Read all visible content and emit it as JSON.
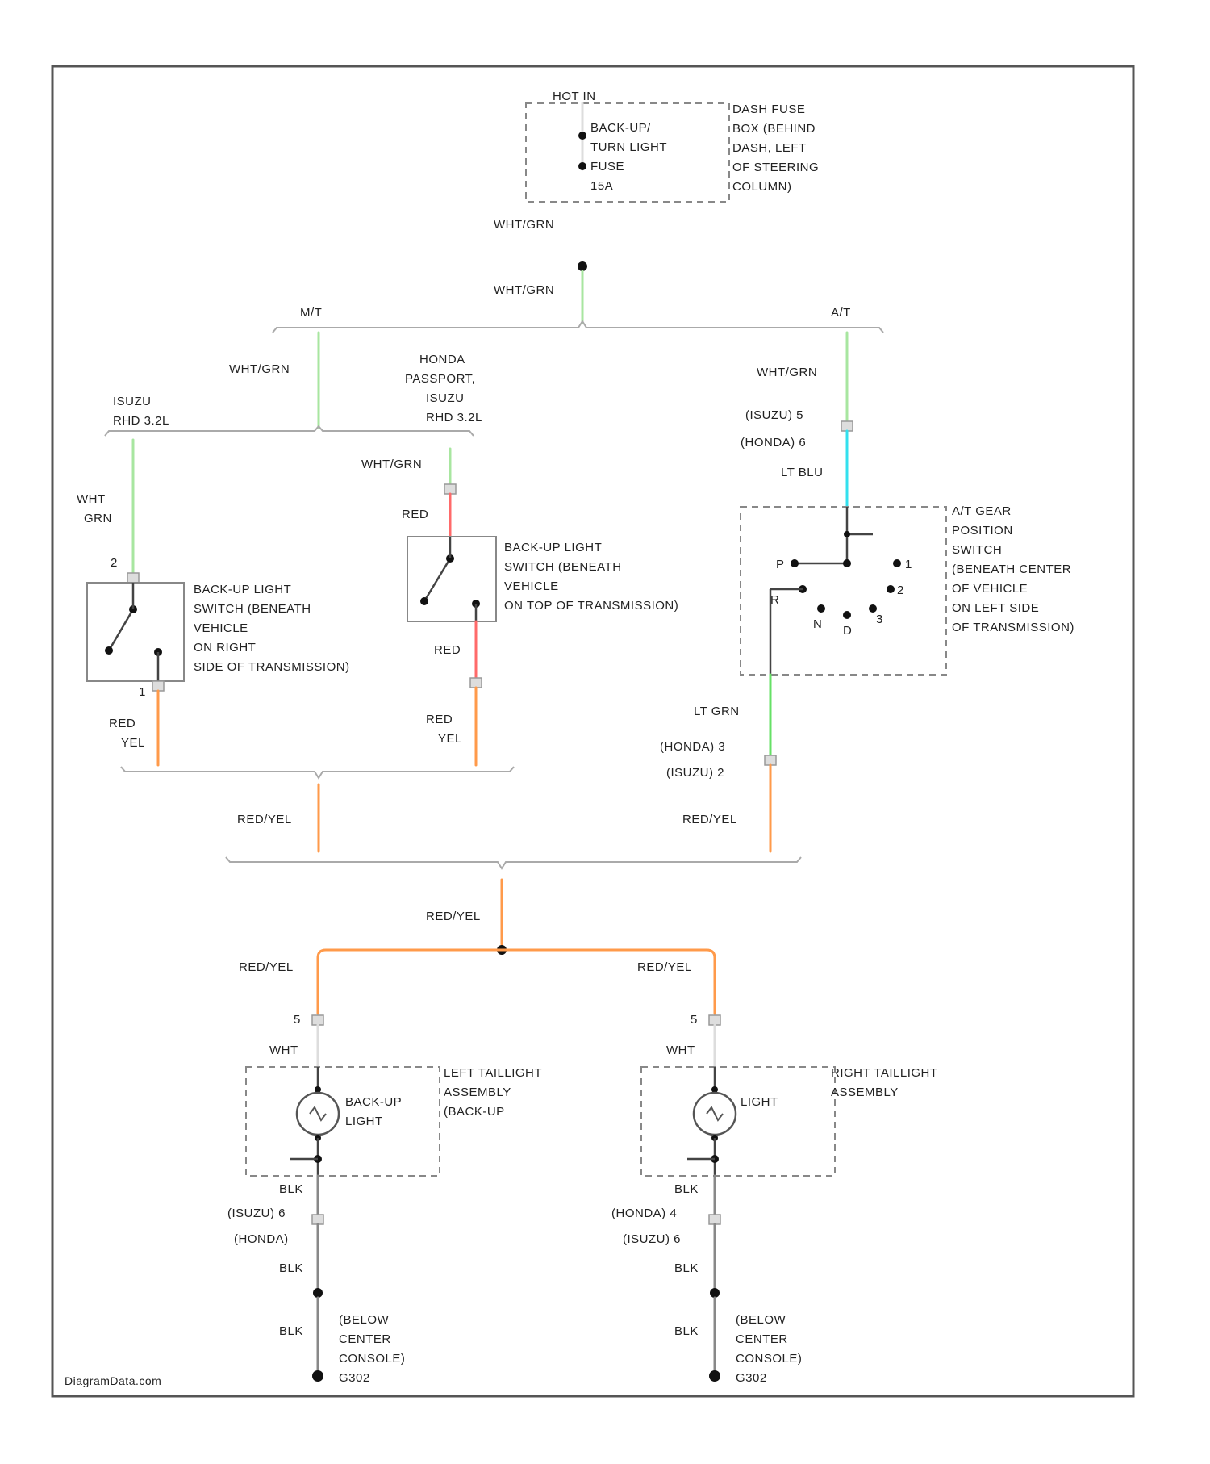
{
  "colors": {
    "wht_grn": "#a8e6a0",
    "lt_blu": "#33e0ee",
    "lt_grn": "#66e066",
    "red": "#ff6a6a",
    "red_yel": "#ff9a4a",
    "wht": "#dddddd",
    "blk": "#888888"
  },
  "fuse_box": {
    "hot": "HOT IN",
    "fuse": [
      "BACK-UP/",
      "TURN LIGHT",
      "FUSE",
      "15A"
    ],
    "location": [
      "DASH FUSE",
      "BOX (BEHIND",
      "DASH, LEFT",
      "OF STEERING",
      "COLUMN)"
    ]
  },
  "wire_labels": {
    "wht_grn": "WHT/GRN",
    "wht": "WHT",
    "grn": "GRN",
    "red": "RED",
    "red_yel": "RED/YEL",
    "yel": "YEL",
    "lt_blu": "LT BLU",
    "lt_grn": "LT GRN",
    "blk": "BLK"
  },
  "branches": {
    "mt": "M/T",
    "at": "A/T",
    "isuzu_left": [
      "ISUZU",
      "RHD 3.2L"
    ],
    "honda_middle": [
      "HONDA",
      "PASSPORT,",
      "ISUZU",
      "RHD 3.2L"
    ]
  },
  "pins": {
    "isuzu_at_in": "(ISUZU)  5",
    "honda_at_in": "(HONDA)  6",
    "left_sw_in": "2",
    "left_sw_out": "1",
    "honda_at_out": "(HONDA)  3",
    "isuzu_at_out": "(ISUZU)  2",
    "left_tail_in": "5",
    "right_tail_in": "5",
    "left_gnd_isuzu": "(ISUZU) 6",
    "left_gnd_honda": "(HONDA)",
    "right_gnd_honda": "(HONDA)  4",
    "right_gnd_isuzu": "(ISUZU)  6"
  },
  "components": {
    "left_switch": [
      "BACK-UP LIGHT",
      "SWITCH (BENEATH",
      "VEHICLE",
      "ON RIGHT",
      "SIDE OF TRANSMISSION)"
    ],
    "middle_switch": [
      "BACK-UP LIGHT",
      "SWITCH (BENEATH",
      "VEHICLE",
      "ON TOP OF TRANSMISSION)"
    ],
    "gear_switch": [
      "A/T GEAR",
      "POSITION",
      "SWITCH",
      "(BENEATH CENTER",
      "OF VEHICLE",
      "ON LEFT SIDE",
      "OF TRANSMISSION)"
    ],
    "gear_positions": {
      "p": "P",
      "r": "R",
      "n": "N",
      "d": "D",
      "three": "3",
      "two": "2",
      "one": "1"
    },
    "left_tail": [
      "LEFT TAILLIGHT",
      "ASSEMBLY",
      "(BACK-UP"
    ],
    "right_tail": [
      "RIGHT TAILLIGHT",
      "ASSEMBLY"
    ],
    "left_lamp": [
      "BACK-UP",
      "LIGHT"
    ],
    "right_lamp": [
      "LIGHT"
    ],
    "ground": [
      "(BELOW",
      "CENTER",
      "CONSOLE)",
      "G302"
    ]
  },
  "watermark": "DiagramData.com"
}
